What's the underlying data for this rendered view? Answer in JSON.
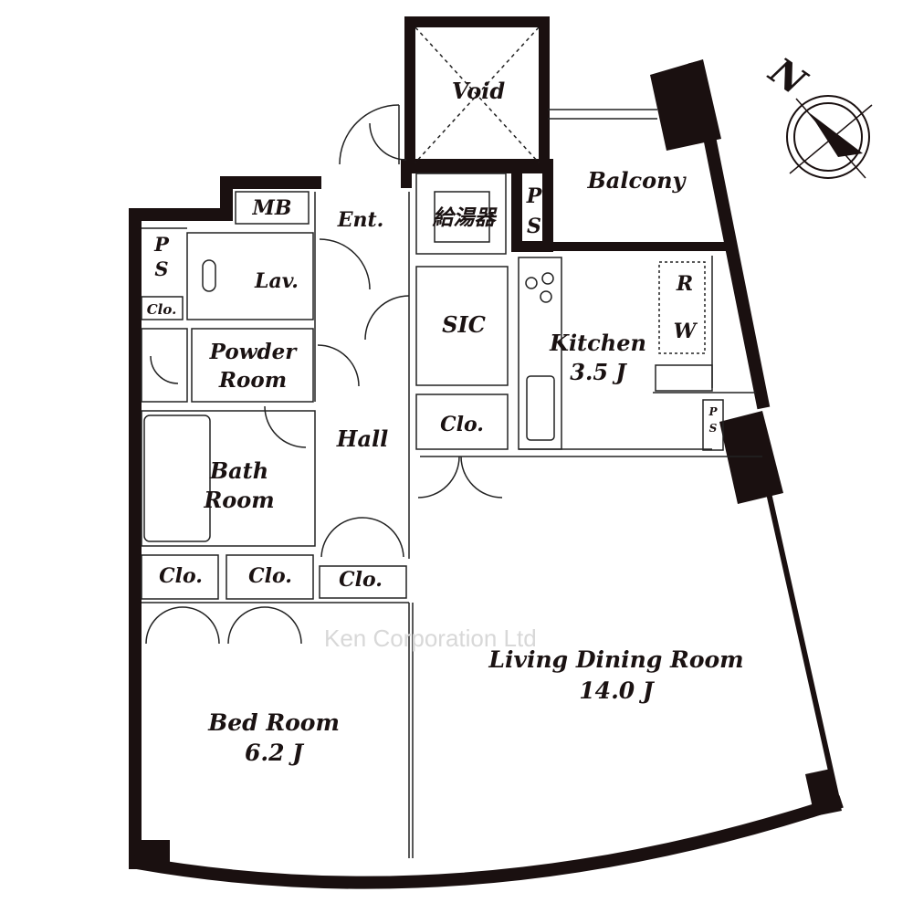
{
  "plan": {
    "rooms": {
      "void": "Void",
      "balcony": "Balcony",
      "mb": "MB",
      "ent": "Ent.",
      "water_heater": "給湯器",
      "ps_top_p": "P",
      "ps_top_s": "S",
      "ps_left_p": "P",
      "ps_left_s": "S",
      "ps_right_p": "P",
      "ps_right_s": "S",
      "lav": "Lav.",
      "clo_small": "Clo.",
      "sic": "SIC",
      "kitchen": "Kitchen",
      "kitchen_size": "3.5 J",
      "fridge": "R",
      "washer": "W",
      "powder_1": "Powder",
      "powder_2": "Room",
      "clo_mid": "Clo.",
      "hall": "Hall",
      "bath_1": "Bath",
      "bath_2": "Room",
      "clo_bed_1": "Clo.",
      "clo_bed_2": "Clo.",
      "clo_hall": "Clo.",
      "ldr": "Living Dining Room",
      "ldr_size": "14.0 J",
      "bed": "Bed Room",
      "bed_size": "6.2 J"
    },
    "compass_label": "N",
    "watermark": "Ken Corporation Ltd"
  }
}
